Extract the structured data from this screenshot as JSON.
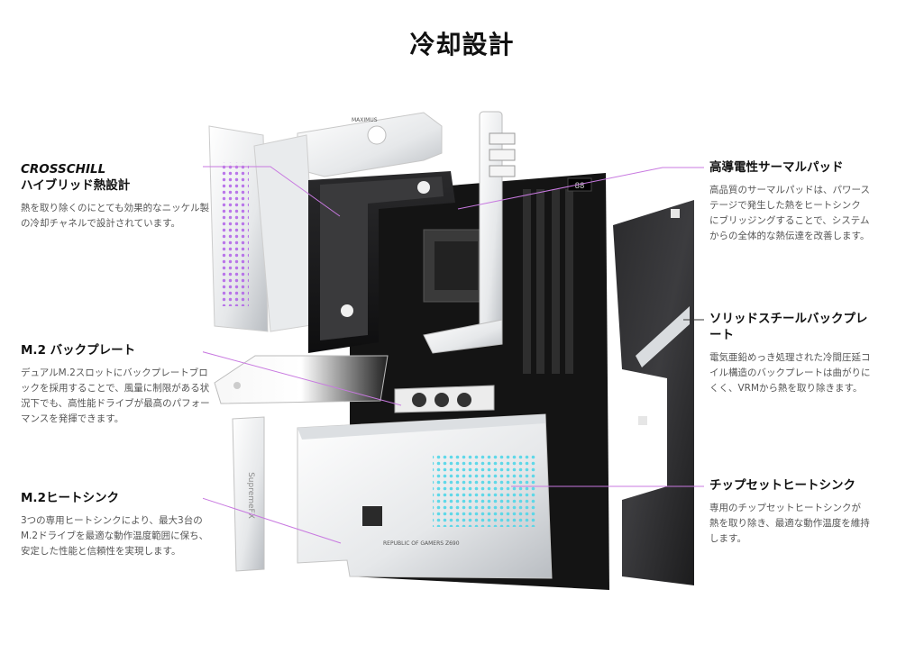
{
  "page": {
    "title": "冷却設計"
  },
  "features": {
    "crosschill": {
      "title_line1": "CROSSCHILL",
      "title_line2": "ハイブリッド熱設計",
      "desc": "熱を取り除くのにとても効果的なニッケル製の冷却チャネルで設計されています。"
    },
    "m2_backplate": {
      "title": "M.2 バックプレート",
      "desc": "デュアルM.2スロットにバックプレートブロックを採用することで、風量に制限がある状況下でも、高性能ドライブが最高のパフォーマンスを発揮できます。"
    },
    "m2_heatsink": {
      "title": "M.2ヒートシンク",
      "desc": "3つの専用ヒートシンクにより、最大3台のM.2ドライブを最適な動作温度範囲に保ち、安定した性能と信頼性を実現します。"
    },
    "thermal_pad": {
      "title": "高導電性サーマルパッド",
      "desc": "高品質のサーマルパッドは、パワーステージで発生した熱をヒートシンクにブリッジングすることで、システムからの全体的な熱伝達を改善します。"
    },
    "steel_backplate": {
      "title": "ソリッドスチールバックプレート",
      "desc": "電気亜鉛めっき処理された冷間圧延コイル構造のバックプレートは曲がりにくく、VRMから熱を取り除きます。"
    },
    "chipset_heatsink": {
      "title": "チップセットヒートシンク",
      "desc": "専用のチップセットヒートシンクが熱を取り除き、最適な動作温度を維持します。"
    }
  },
  "art": {
    "board_label": "MAXIMUS",
    "audio_label": "SupremeFX",
    "model_label": "REPUBLIC OF GAMERS Z690",
    "led_text": "88"
  },
  "colors": {
    "leader": "#c879e0",
    "board": "#1a1a1a",
    "metal": "#eceef0",
    "rgb_cyan": "#4fd6e8",
    "rgb_purple": "#b060e8"
  }
}
